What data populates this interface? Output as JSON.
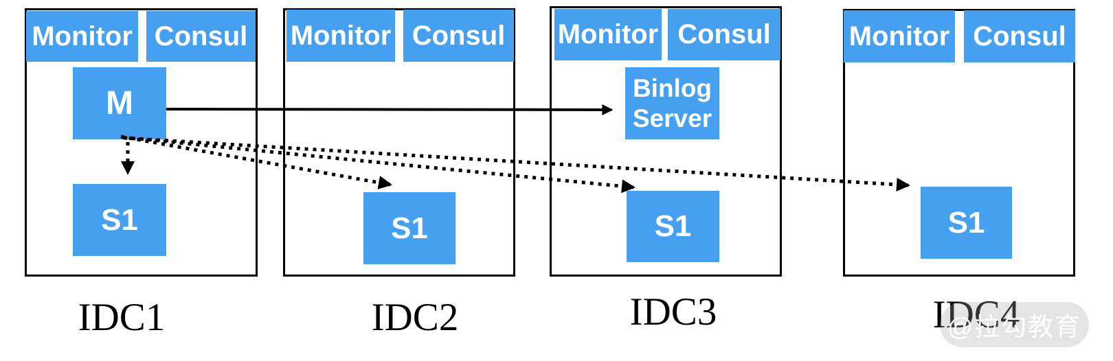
{
  "diagram": {
    "colors": {
      "node_fill": "#46a0f2",
      "node_text": "#ffffff",
      "arrow": "#000000",
      "box_border": "#000000",
      "label_text": "#000000",
      "watermark_bg": "#e2e2e2",
      "watermark_text": "#ffffff"
    },
    "idcs": [
      {
        "label": "IDC1",
        "services": [
          "Monitor",
          "Consul"
        ],
        "nodes": {
          "master": "M",
          "slave": "S1"
        }
      },
      {
        "label": "IDC2",
        "services": [
          "Monitor",
          "Consul"
        ],
        "nodes": {
          "slave": "S1"
        }
      },
      {
        "label": "IDC3",
        "services": [
          "Monitor",
          "Consul"
        ],
        "nodes": {
          "binlog_server": "Binlog Server",
          "slave": "S1"
        }
      },
      {
        "label": "IDC4",
        "services": [
          "Monitor",
          "Consul"
        ],
        "nodes": {
          "slave": "S1"
        }
      }
    ],
    "edges": [
      {
        "from": "IDC1.M",
        "to": "IDC3.Binlog Server",
        "style": "solid"
      },
      {
        "from": "IDC1.M",
        "to": "IDC1.S1",
        "style": "dotted"
      },
      {
        "from": "IDC1.M",
        "to": "IDC2.S1",
        "style": "dotted"
      },
      {
        "from": "IDC1.M",
        "to": "IDC3.S1",
        "style": "dotted"
      },
      {
        "from": "IDC1.M",
        "to": "IDC4.S1",
        "style": "dotted"
      }
    ],
    "watermark": {
      "text": "@拉勾教育"
    }
  }
}
